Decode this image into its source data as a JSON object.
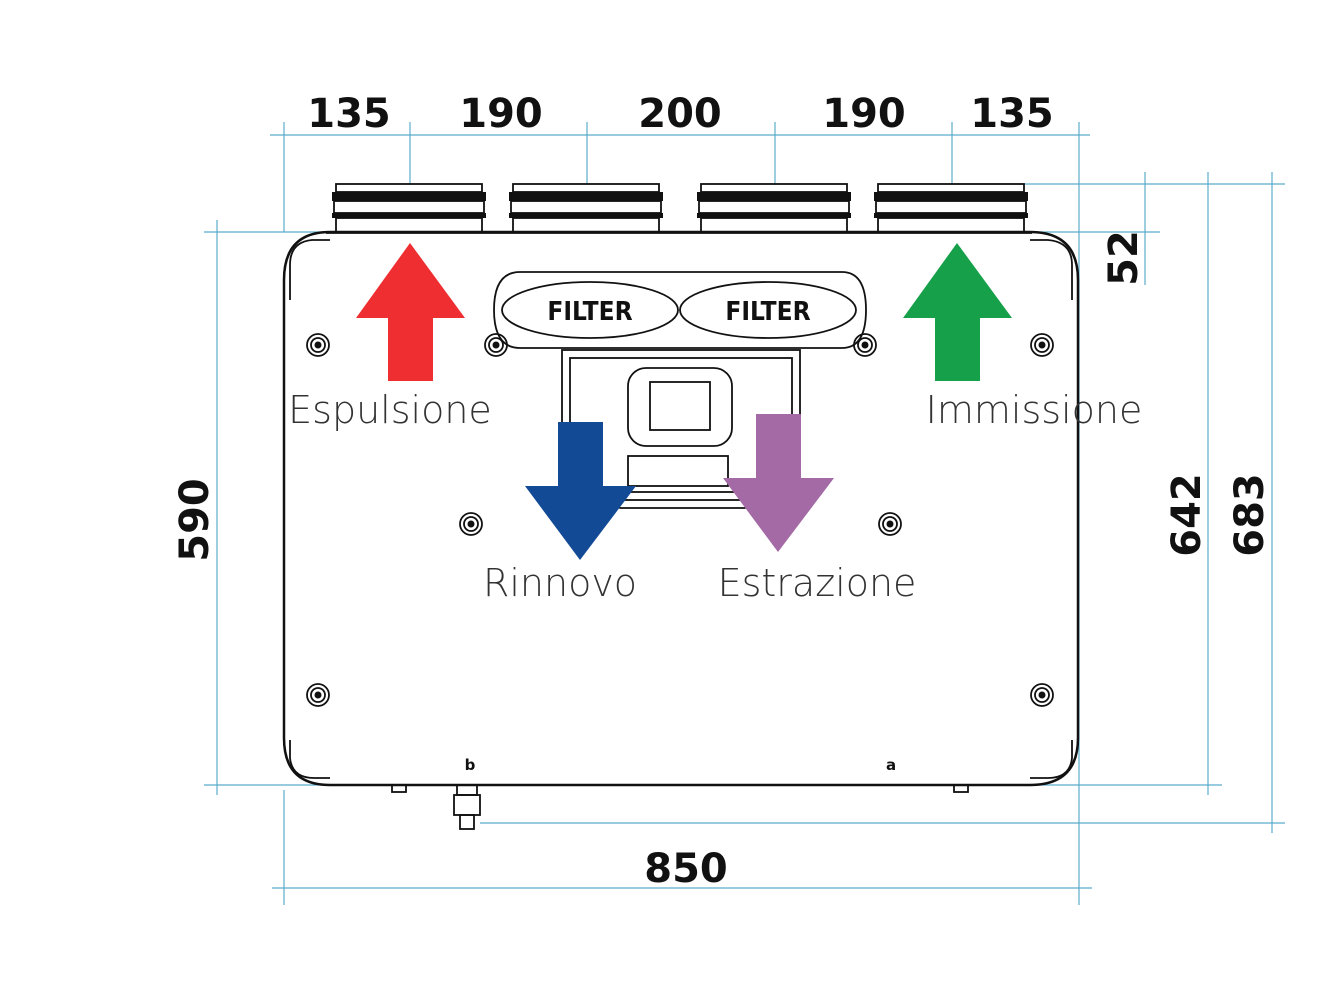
{
  "dimensions": {
    "top_segments": [
      "135",
      "190",
      "200",
      "190",
      "135"
    ],
    "bottom_width": "850",
    "left_height": "590",
    "right_spigot": "52",
    "right_height_1": "642",
    "right_height_2": "683"
  },
  "filters": [
    "FILTER",
    "FILTER"
  ],
  "flows": [
    {
      "label": "Espulsione",
      "direction": "up",
      "color": "#ee2e31"
    },
    {
      "label": "Rinnovo",
      "direction": "down",
      "color": "#134a96"
    },
    {
      "label": "Estrazione",
      "direction": "down",
      "color": "#a46aa5"
    },
    {
      "label": "Immissione",
      "direction": "up",
      "color": "#17a04a"
    }
  ],
  "connection_labels": {
    "left": "b",
    "right": "a"
  },
  "colors": {
    "dimension_line": "#5aaccc",
    "outline": "#111111"
  }
}
